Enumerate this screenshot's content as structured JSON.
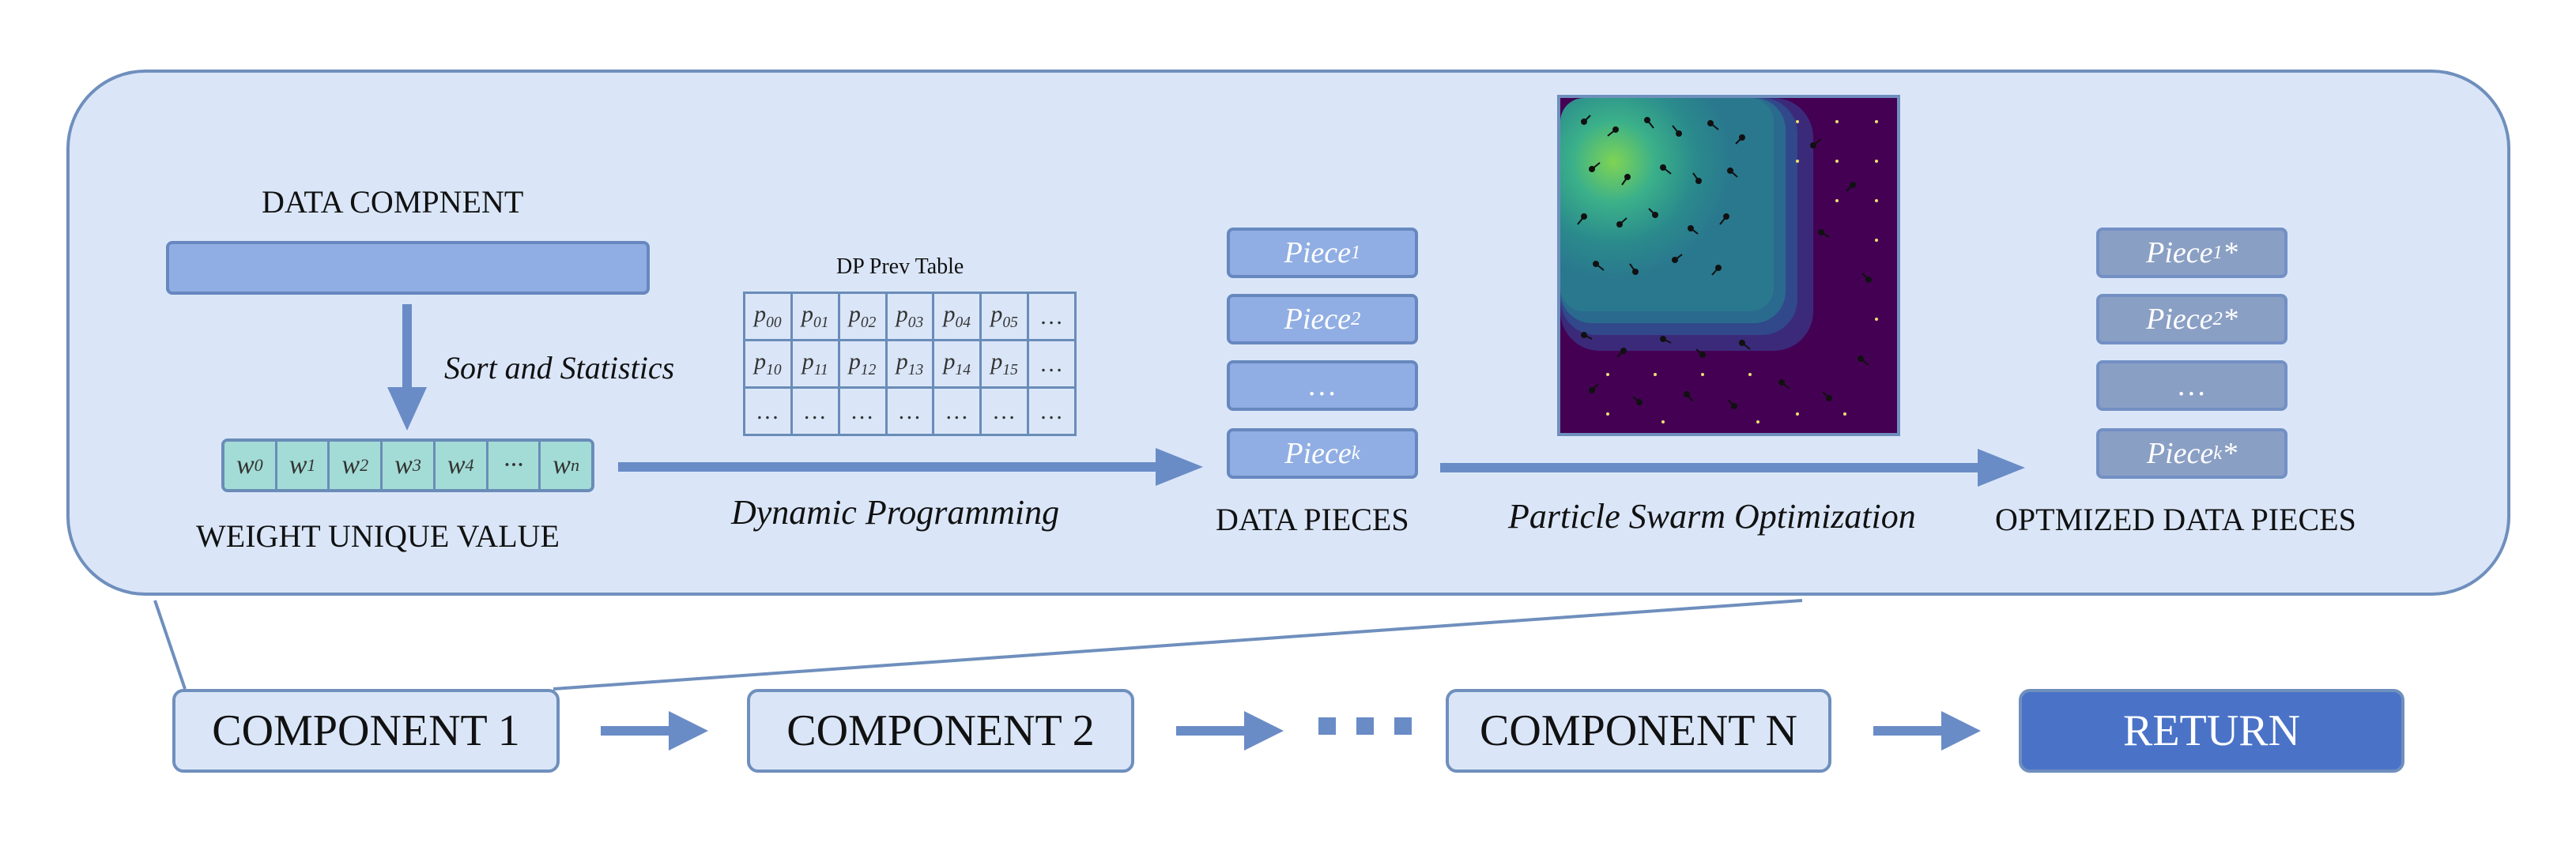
{
  "data_component": {
    "title": "DATA COMPNENT",
    "sort_label": "Sort and Statistics",
    "weights": [
      "w0",
      "w1",
      "w2",
      "w3",
      "w4",
      "···",
      "wn"
    ],
    "weight_label": "WEIGHT UNIQUE VALUE"
  },
  "dp": {
    "table_title": "DP Prev Table",
    "rows": [
      [
        "p00",
        "p01",
        "p02",
        "p03",
        "p04",
        "p05",
        "…"
      ],
      [
        "p10",
        "p11",
        "p12",
        "p13",
        "p14",
        "p15",
        "…"
      ],
      [
        "…",
        "…",
        "…",
        "…",
        "…",
        "…",
        "…"
      ]
    ],
    "method_label": "Dynamic Programming"
  },
  "pieces": {
    "items": [
      "Piece1",
      "Piece2",
      "…",
      "Piecek"
    ],
    "label": "DATA PIECES"
  },
  "pso": {
    "method_label": "Particle Swarm Optimization"
  },
  "optimized": {
    "items": [
      "Piece1*",
      "Piece2*",
      "…",
      "Piecek*"
    ],
    "label": "OPTMIZED DATA PIECES"
  },
  "pipeline": {
    "components": [
      "COMPONENT 1",
      "COMPONENT 2",
      "COMPONENT N"
    ],
    "ellipsis": "■ ■ ■",
    "return_label": "RETURN"
  },
  "colors": {
    "panel_bg": "#dae6f8",
    "panel_border": "#6f8fbd",
    "bar": "#90aee3",
    "weight_cell": "#a3dcd6",
    "arrow": "#6a8cc6",
    "return_bg": "#4a73c8"
  }
}
